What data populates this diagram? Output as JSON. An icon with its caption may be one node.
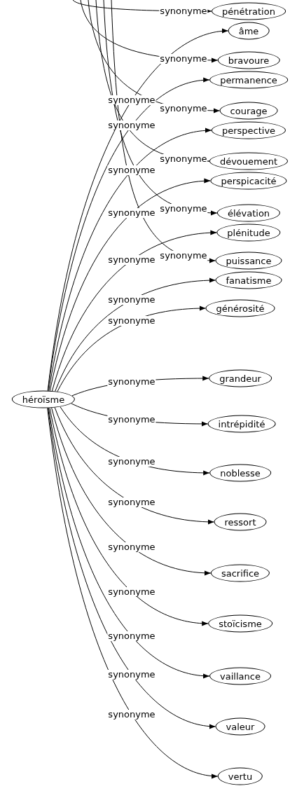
{
  "diagram": {
    "nodes": [
      {
        "text": [
          "héroïsme"
        ]
      },
      {
        "text": [
          "pénétration"
        ]
      },
      {
        "text": [
          "âme"
        ]
      },
      {
        "text": [
          "bravoure"
        ]
      },
      {
        "text": [
          "permanence"
        ]
      },
      {
        "text": [
          "courage"
        ]
      },
      {
        "text": [
          "perspective"
        ]
      },
      {
        "text": [
          "dévouement"
        ]
      },
      {
        "text": [
          "perspicacité"
        ]
      },
      {
        "text": [
          "élévation"
        ]
      },
      {
        "text": [
          "plénitude"
        ]
      },
      {
        "text": [
          "puissance"
        ]
      },
      {
        "text": [
          "fanatisme"
        ]
      },
      {
        "text": [
          "générosité"
        ]
      },
      {
        "text": [
          "grandeur"
        ]
      },
      {
        "text": [
          "intrépidité"
        ]
      },
      {
        "text": [
          "noblesse"
        ]
      },
      {
        "text": [
          "ressort"
        ]
      },
      {
        "text": [
          "sacrifice"
        ]
      },
      {
        "text": [
          "stoïcisme"
        ]
      },
      {
        "text": [
          "vaillance"
        ]
      },
      {
        "text": [
          "valeur"
        ]
      },
      {
        "text": [
          "vertu"
        ]
      }
    ],
    "edges": [
      {
        "from": null,
        "to": 1,
        "arrow": "to",
        "label": "synonyme"
      },
      {
        "from": 0,
        "to": 2,
        "arrow": "to",
        "label": "synonyme"
      },
      {
        "from": null,
        "to": 3,
        "arrow": "to",
        "label": "synonyme"
      },
      {
        "from": 0,
        "to": 4,
        "arrow": "to",
        "label": "synonyme"
      },
      {
        "from": null,
        "to": 5,
        "arrow": "to",
        "label": "synonyme"
      },
      {
        "from": 0,
        "to": 6,
        "arrow": "to",
        "label": "synonyme"
      },
      {
        "from": null,
        "to": 7,
        "arrow": "to",
        "label": "synonyme"
      },
      {
        "from": 0,
        "to": 8,
        "arrow": "to",
        "label": "synonyme"
      },
      {
        "from": null,
        "to": 9,
        "arrow": "to",
        "label": "synonyme"
      },
      {
        "from": 0,
        "to": 10,
        "arrow": "to",
        "label": "synonyme"
      },
      {
        "from": null,
        "to": 11,
        "arrow": "to",
        "label": "synonyme"
      },
      {
        "from": 0,
        "to": 12,
        "arrow": "to",
        "label": "synonyme"
      },
      {
        "from": 0,
        "to": 13,
        "arrow": "to",
        "label": "synonyme"
      },
      {
        "from": 0,
        "to": 14,
        "arrow": "to",
        "label": "synonyme"
      },
      {
        "from": 0,
        "to": 15,
        "arrow": "to",
        "label": "synonyme"
      },
      {
        "from": 0,
        "to": 16,
        "arrow": "to",
        "label": "synonyme"
      },
      {
        "from": 0,
        "to": 17,
        "arrow": "to",
        "label": "synonyme"
      },
      {
        "from": 0,
        "to": 18,
        "arrow": "to",
        "label": "synonyme"
      },
      {
        "from": 0,
        "to": 19,
        "arrow": "to",
        "label": "synonyme"
      },
      {
        "from": 0,
        "to": 20,
        "arrow": "to",
        "label": "synonyme"
      },
      {
        "from": 0,
        "to": 21,
        "arrow": "to",
        "label": "synonyme"
      },
      {
        "from": 0,
        "to": 22,
        "arrow": "to",
        "label": "synonyme"
      }
    ]
  }
}
